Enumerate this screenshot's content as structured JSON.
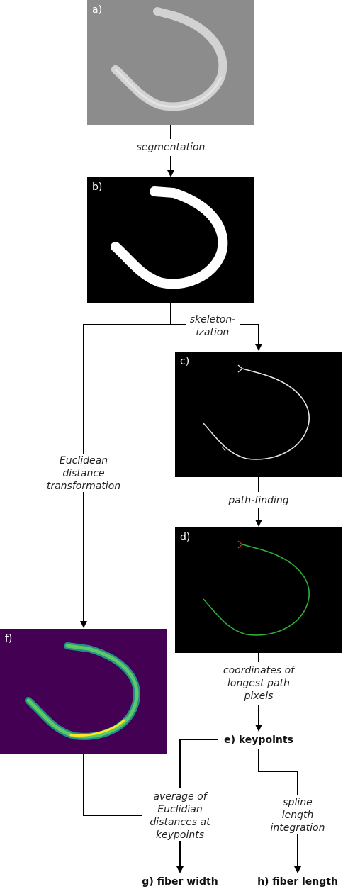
{
  "panels": {
    "a": "a)",
    "b": "b)",
    "c": "c)",
    "d": "d)",
    "f": "f)"
  },
  "colors": {
    "sem_bg": "#8c8c8c",
    "sem_fiber": "#d2d2d2",
    "binary_bg": "#000000",
    "binary_fiber": "#ffffff",
    "skeleton": "#e6e6e6",
    "path": "#2fae3a",
    "branch_tip": "#d03030",
    "viridis_bg": "#440154",
    "viridis_mid": "#21918c",
    "viridis_high": "#fde725"
  },
  "steps": {
    "segmentation": "segmentation",
    "skeleton_1": "skeleton-",
    "skeleton_2": "ization",
    "edt_1": "Euclidean",
    "edt_2": "distance",
    "edt_3": "transformation",
    "path_finding": "path-finding",
    "coords_1": "coordinates of",
    "coords_2": "longest path",
    "coords_3": "pixels",
    "avg_1": "average of",
    "avg_2": "Euclidian",
    "avg_3": "distances at",
    "avg_4": "keypoints",
    "spline_1": "spline",
    "spline_2": "length",
    "spline_3": "integration"
  },
  "outputs": {
    "keypoints": "e) keypoints",
    "fiber_width": "g) fiber width",
    "fiber_length": "h) fiber length"
  }
}
